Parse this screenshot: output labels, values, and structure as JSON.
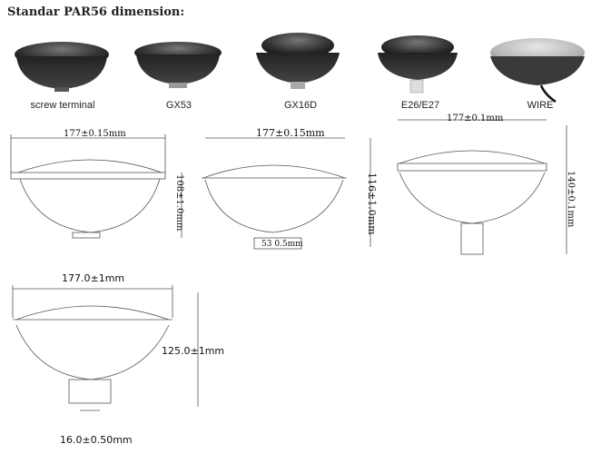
{
  "title": "Standar PAR56 dimension:",
  "photos": [
    {
      "label": "screw terminal"
    },
    {
      "label": "GX53"
    },
    {
      "label": "GX16D"
    },
    {
      "label": "E26/E27"
    },
    {
      "label": "WIRE"
    }
  ],
  "drawings": {
    "d1": {
      "width": "177±0.15mm",
      "height": "108±1.0mm"
    },
    "d2": {
      "width": "177±0.15mm",
      "height": "116±1.0mm",
      "base": "53  0.5mm"
    },
    "d3": {
      "width": "177±0.1mm",
      "height": "140±0.1mm"
    },
    "d4": {
      "width": "177.0±1mm",
      "height": "125.0±1mm",
      "base": "16.0±0.50mm"
    }
  },
  "colors": {
    "lamp_dark": "#2a2a2a",
    "line": "#555555"
  }
}
